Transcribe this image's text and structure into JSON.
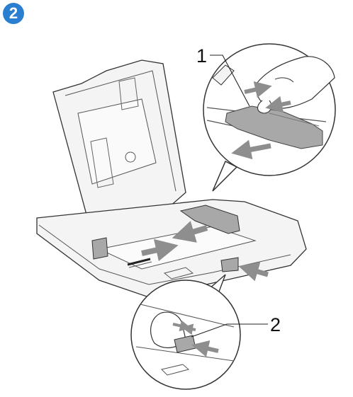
{
  "step": {
    "number": "2",
    "badge_color": "#2b7fd0"
  },
  "callouts": [
    {
      "label": "1",
      "target": "paper-width-guide"
    },
    {
      "label": "2",
      "target": "paper-length-guide"
    }
  ],
  "colors": {
    "line": "#333333",
    "plastic": "#f4f4f4",
    "guide": "#9a9a9a",
    "arrow": "#8e8e8e"
  }
}
